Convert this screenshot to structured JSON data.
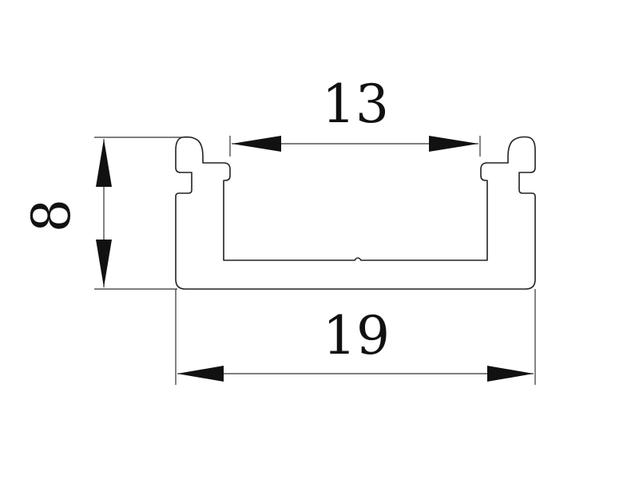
{
  "dimensions": {
    "top_opening": "13",
    "overall_width": "19",
    "height": "8"
  },
  "colors": {
    "background": "#ffffff",
    "ink": "#111111"
  }
}
